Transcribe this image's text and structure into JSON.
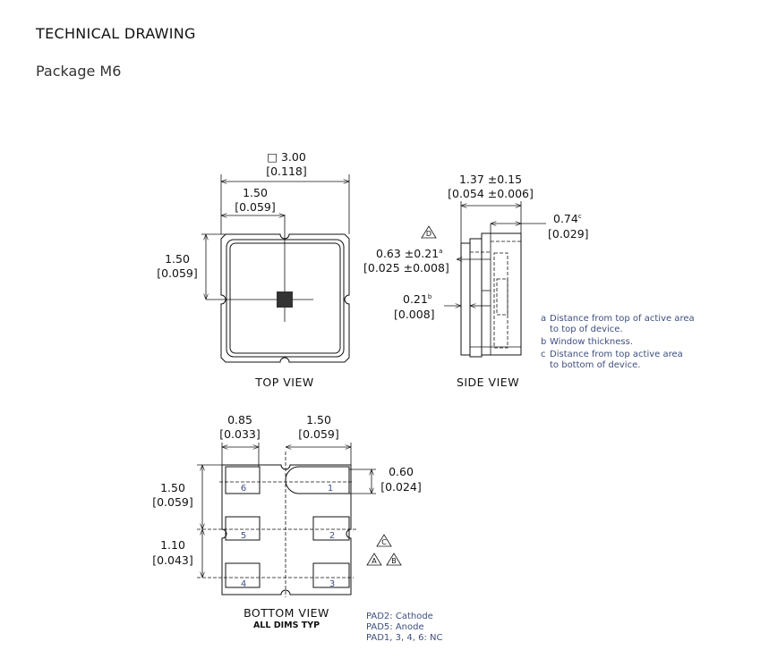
{
  "header": {
    "title": "TECHNICAL DRAWING",
    "subtitle": "Package M6"
  },
  "top_view": {
    "label": "TOP VIEW",
    "width_mm": "□ 3.00",
    "width_in": "[0.118]",
    "half_mm": "1.50",
    "half_in": "[0.059]",
    "vert_mm": "1.50",
    "vert_in": "[0.059]"
  },
  "side_view": {
    "label": "SIDE VIEW",
    "height_mm": "1.37 ±0.15",
    "height_in": "[0.054 ±0.006]",
    "c_mm": "0.74",
    "c_sup": "c",
    "c_in": "[0.029]",
    "a_mm": "0.63 ±0.21",
    "a_sup": "a",
    "a_in": "[0.025 ±0.008]",
    "b_mm": "0.21",
    "b_sup": "b",
    "b_in": "[0.008]",
    "marker": "D"
  },
  "notes": [
    {
      "sup": "a",
      "lines": [
        "Distance from top of active area",
        "to top of device."
      ]
    },
    {
      "sup": "b",
      "lines": [
        "Window thickness."
      ]
    },
    {
      "sup": "c",
      "lines": [
        "Distance from top active area",
        "to bottom of device."
      ]
    }
  ],
  "bottom_view": {
    "label": "BOTTOM VIEW",
    "sublabel": "ALL DIMS TYP",
    "pad_w_mm": "0.85",
    "pad_w_in": "[0.033]",
    "half_mm": "1.50",
    "half_in": "[0.059]",
    "pad_h_mm": "0.60",
    "pad_h_in": "[0.024]",
    "v1_mm": "1.50",
    "v1_in": "[0.059]",
    "v2_mm": "1.10",
    "v2_in": "[0.043]",
    "pads": [
      "1",
      "2",
      "3",
      "4",
      "5",
      "6"
    ],
    "markers": [
      "C",
      "A",
      "B"
    ]
  },
  "pad_legend": [
    "PAD2: Cathode",
    "PAD5: Anode",
    "PAD1, 3, 4, 6: NC"
  ]
}
